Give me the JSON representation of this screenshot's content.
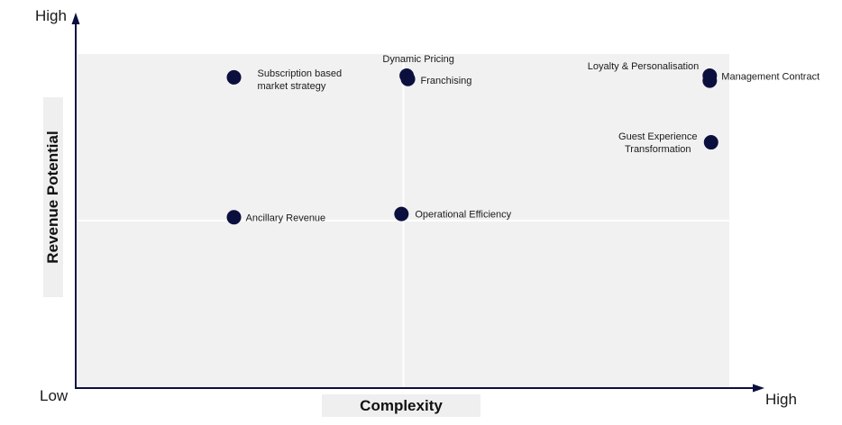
{
  "chart_data": {
    "type": "scatter",
    "xlabel": "Complexity",
    "ylabel": "Revenue Potential",
    "x_low_label": "Low",
    "x_high_label": "High",
    "y_high_label": "High",
    "xlim": [
      0,
      1
    ],
    "ylim": [
      0,
      1
    ],
    "grid": "quadrant dividers at midpoint",
    "point_color": "#0b0f3e",
    "background_color": "#f1f1f1",
    "points": [
      {
        "label": "Subscription based\nmarket strategy",
        "x": 0.24,
        "y": 0.93
      },
      {
        "label": "Dynamic Pricing",
        "x": 0.505,
        "y": 0.935
      },
      {
        "label": "Franchising",
        "x": 0.507,
        "y": 0.925
      },
      {
        "label": "Loyalty & Personalisation",
        "x": 0.97,
        "y": 0.935
      },
      {
        "label": "Management Contract",
        "x": 0.97,
        "y": 0.92
      },
      {
        "label": "Guest Experience\nTransformation",
        "x": 0.972,
        "y": 0.735
      },
      {
        "label": "Ancillary Revenue",
        "x": 0.24,
        "y": 0.51
      },
      {
        "label": "Operational Efficiency",
        "x": 0.497,
        "y": 0.52
      }
    ]
  }
}
